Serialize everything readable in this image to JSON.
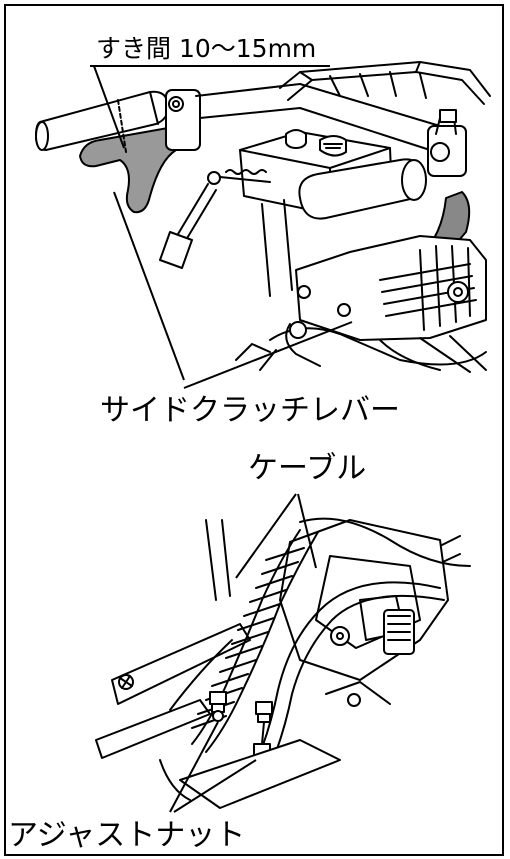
{
  "labels": {
    "gap": "すき間 10〜15mm",
    "side_clutch_lever": "サイドクラッチレバー",
    "cable": "ケーブル",
    "adjust_nut": "アジャストナット"
  },
  "colors": {
    "line": "#000000",
    "lever_fill": "#888888",
    "background": "#ffffff"
  }
}
